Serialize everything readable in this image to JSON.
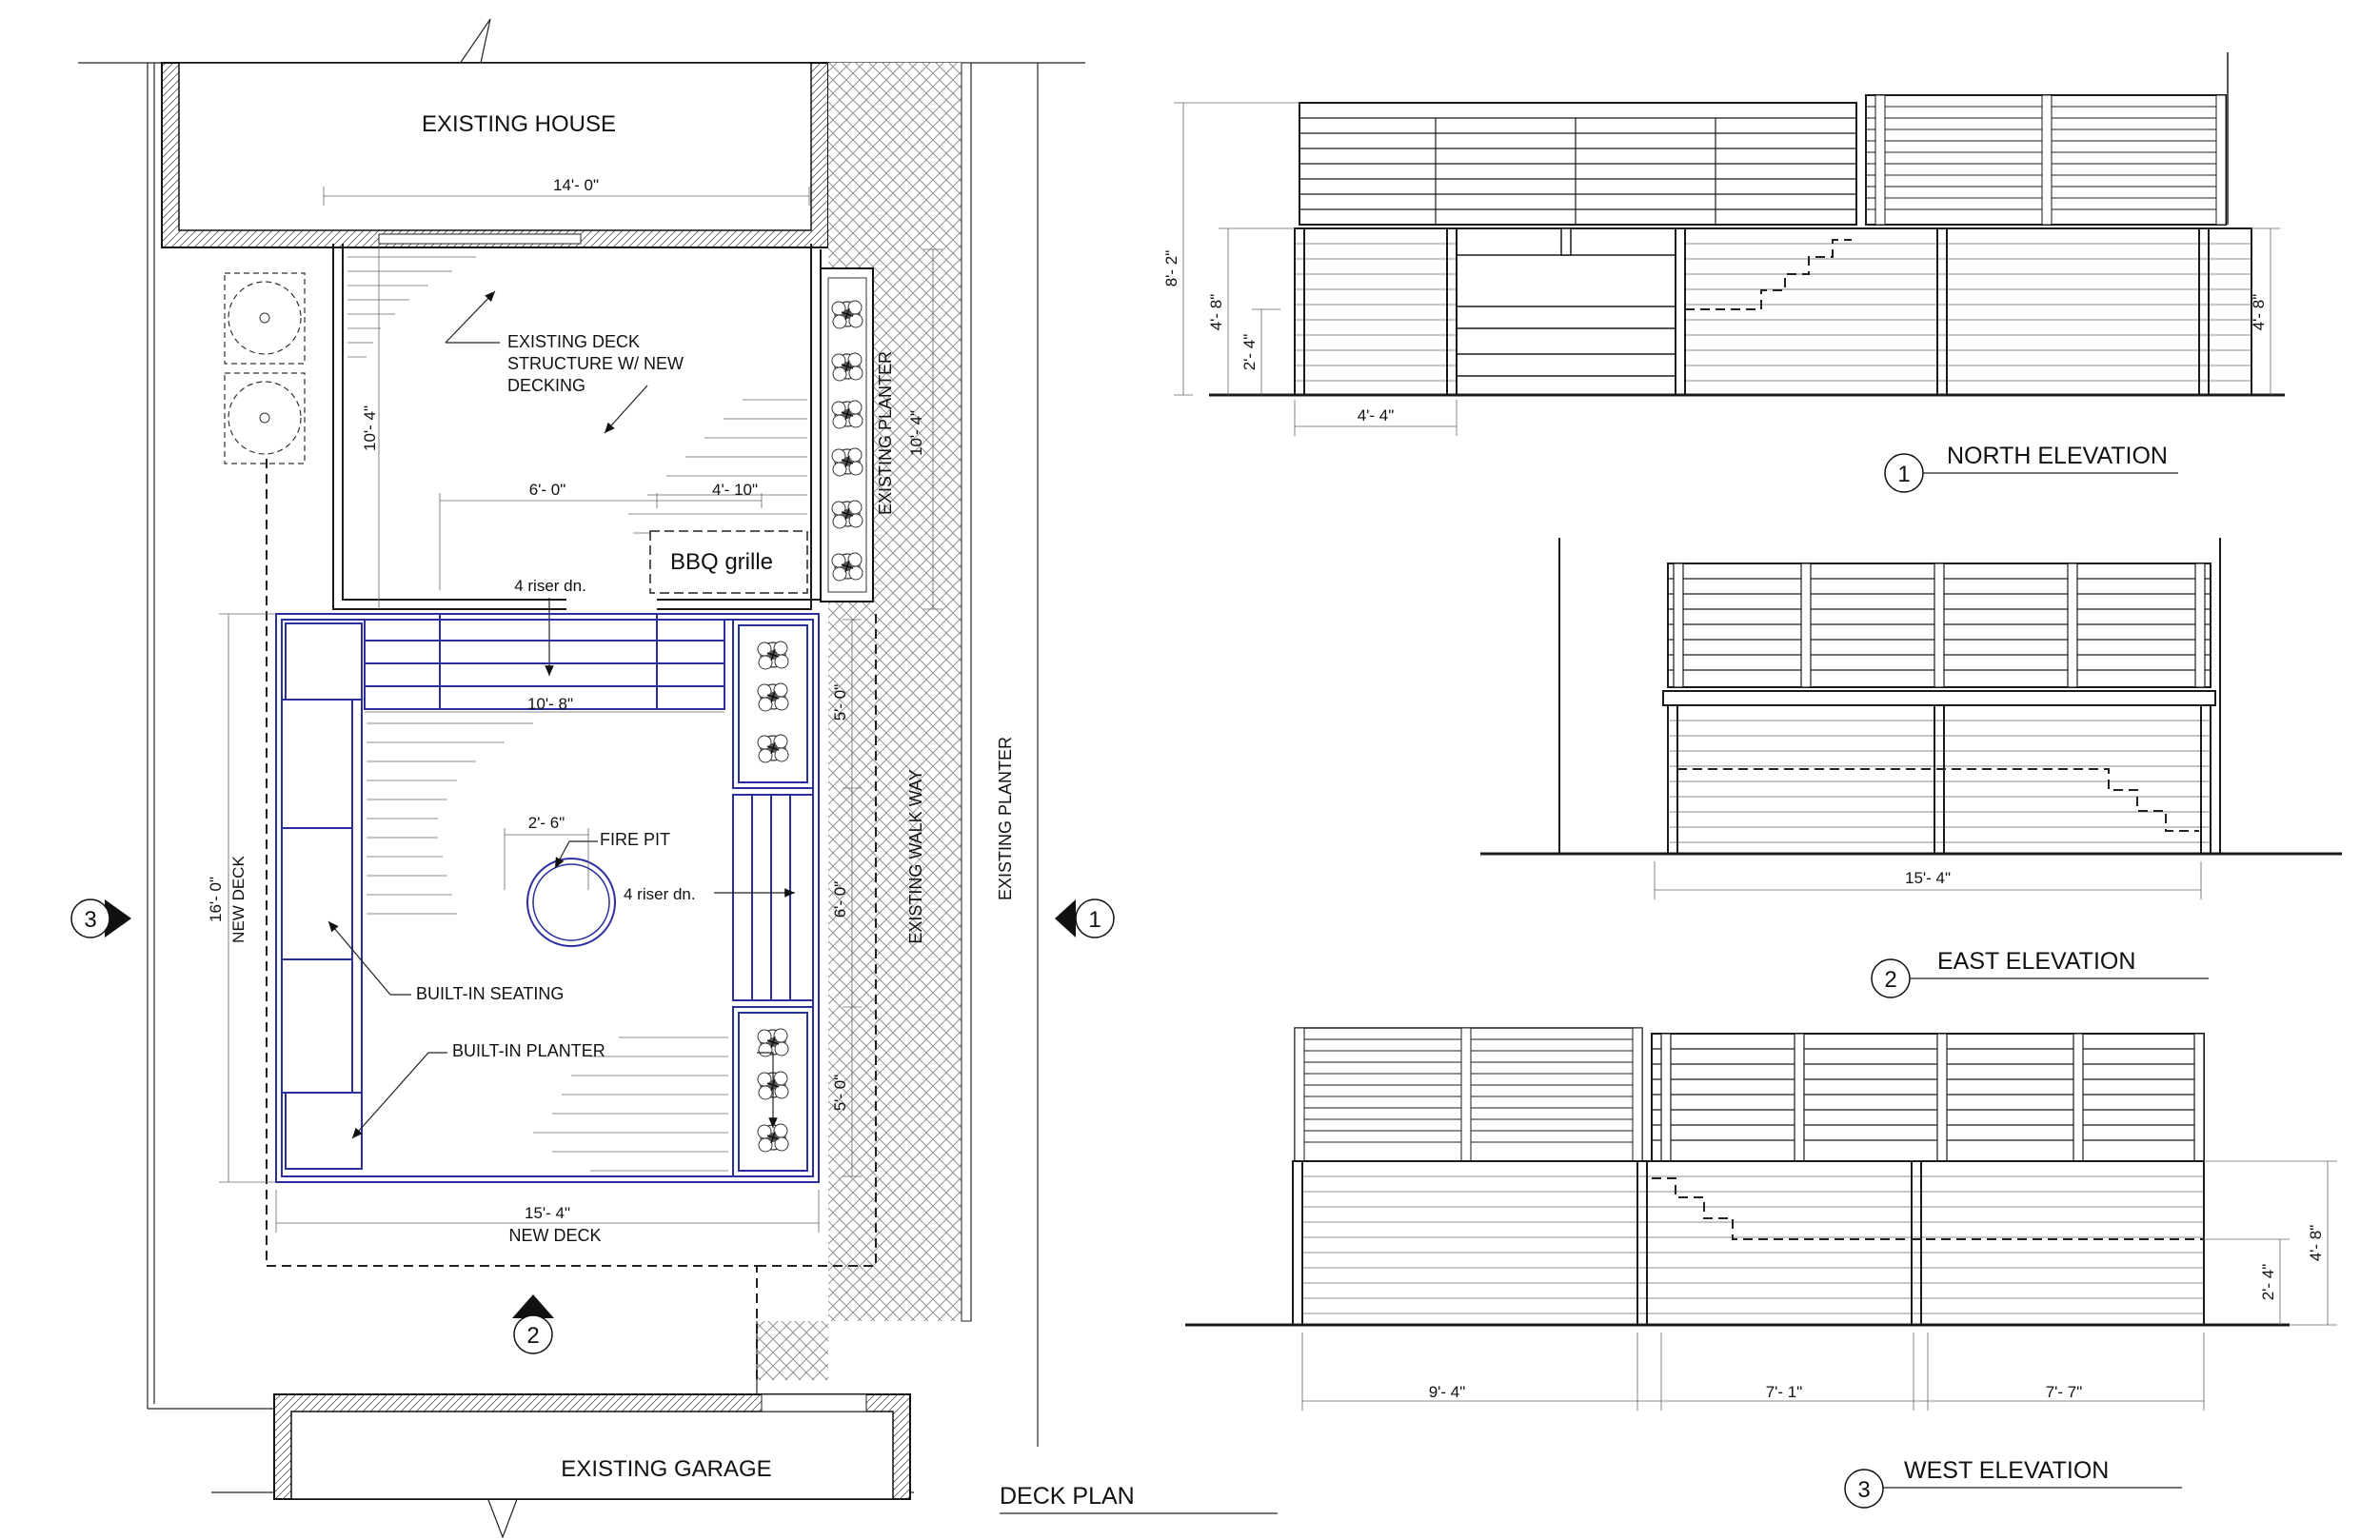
{
  "plan": {
    "existing_house": "EXISTING HOUSE",
    "existing_garage": "EXISTING GARAGE",
    "dim_house_width": "14'- 0\"",
    "existing_deck_note": [
      "EXISTING DECK",
      "STRUCTURE W/ NEW",
      "DECKING"
    ],
    "dim_upper_left_vertical": "10'- 4\"",
    "dim_upper_right_vertical": "10'- 4\"",
    "dim_6_0": "6'- 0\"",
    "dim_4_10": "4'- 10\"",
    "bbq": "BBQ grille",
    "riser_top": "4 riser dn.",
    "riser_right": "4 riser dn.",
    "dim_10_8": "10'- 8\"",
    "dim_2_6": "2'- 6\"",
    "fire_pit": "FIRE PIT",
    "new_deck_vertical": "NEW DECK",
    "dim_16_0": "16'- 0\"",
    "built_in_seating": "BUILT-IN  SEATING",
    "built_in_planter": "BUILT-IN  PLANTER",
    "dim_5_0_top": "5'- 0\"",
    "dim_6_0_right": "6'- 0\"",
    "dim_5_0_bottom": "5'- 0\"",
    "dim_15_4": "15'- 4\"",
    "new_deck_bottom": "NEW DECK",
    "existing_planter_small": "EXISTING PLANTER",
    "existing_walk_way": "EXISTING WALK WAY",
    "existing_planter_big": "EXISTING PLANTER",
    "bubble_left": "3",
    "bubble_right": "1",
    "bubble_bottom": "2",
    "title": "DECK PLAN"
  },
  "north": {
    "bubble": "1",
    "title": "NORTH ELEVATION",
    "dim_8_2": "8'- 2\"",
    "dim_4_8_left": "4'- 8\"",
    "dim_2_4": "2'- 4\"",
    "dim_4_4": "4'- 4\"",
    "dim_4_8_right": "4'- 8\""
  },
  "east": {
    "bubble": "2",
    "title": "EAST ELEVATION",
    "dim_15_4": "15'- 4\""
  },
  "west": {
    "bubble": "3",
    "title": "WEST ELEVATION",
    "dim_9_4": "9'- 4\"",
    "dim_7_1": "7'- 1\"",
    "dim_7_7": "7'- 7\"",
    "dim_2_4": "2'- 4\"",
    "dim_4_8": "4'- 8\""
  }
}
